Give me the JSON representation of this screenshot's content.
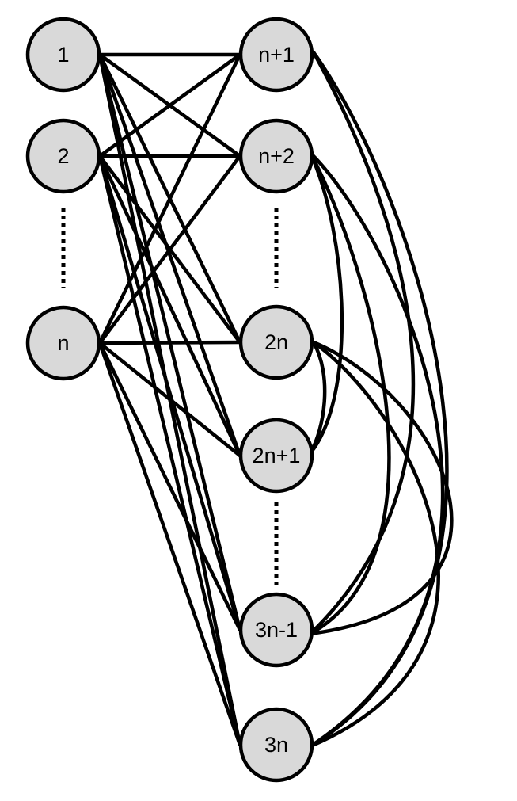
{
  "colors": {
    "node_fill": "#d9d9d9",
    "stroke": "#000000",
    "background": "#ffffff"
  },
  "nodes": [
    {
      "id": "1",
      "label": "1"
    },
    {
      "id": "2",
      "label": "2"
    },
    {
      "id": "n",
      "label": "n"
    },
    {
      "id": "n+1",
      "label": "n+1"
    },
    {
      "id": "n+2",
      "label": "n+2"
    },
    {
      "id": "2n",
      "label": "2n"
    },
    {
      "id": "2n+1",
      "label": "2n+1"
    },
    {
      "id": "3n-1",
      "label": "3n-1"
    },
    {
      "id": "3n",
      "label": "3n"
    }
  ],
  "edges": [
    [
      "1",
      "n+1"
    ],
    [
      "1",
      "n+2"
    ],
    [
      "1",
      "2n"
    ],
    [
      "1",
      "2n+1"
    ],
    [
      "1",
      "3n-1"
    ],
    [
      "1",
      "3n"
    ],
    [
      "2",
      "n+1"
    ],
    [
      "2",
      "n+2"
    ],
    [
      "2",
      "2n"
    ],
    [
      "2",
      "2n+1"
    ],
    [
      "2",
      "3n-1"
    ],
    [
      "2",
      "3n"
    ],
    [
      "n",
      "n+1"
    ],
    [
      "n",
      "n+2"
    ],
    [
      "n",
      "2n"
    ],
    [
      "n",
      "2n+1"
    ],
    [
      "n",
      "3n-1"
    ],
    [
      "n",
      "3n"
    ],
    [
      "n+1",
      "3n-1"
    ],
    [
      "n+1",
      "3n"
    ],
    [
      "n+2",
      "2n+1"
    ],
    [
      "n+2",
      "3n-1"
    ],
    [
      "n+2",
      "3n"
    ],
    [
      "2n",
      "2n+1"
    ],
    [
      "2n",
      "3n-1"
    ],
    [
      "2n",
      "3n"
    ]
  ]
}
